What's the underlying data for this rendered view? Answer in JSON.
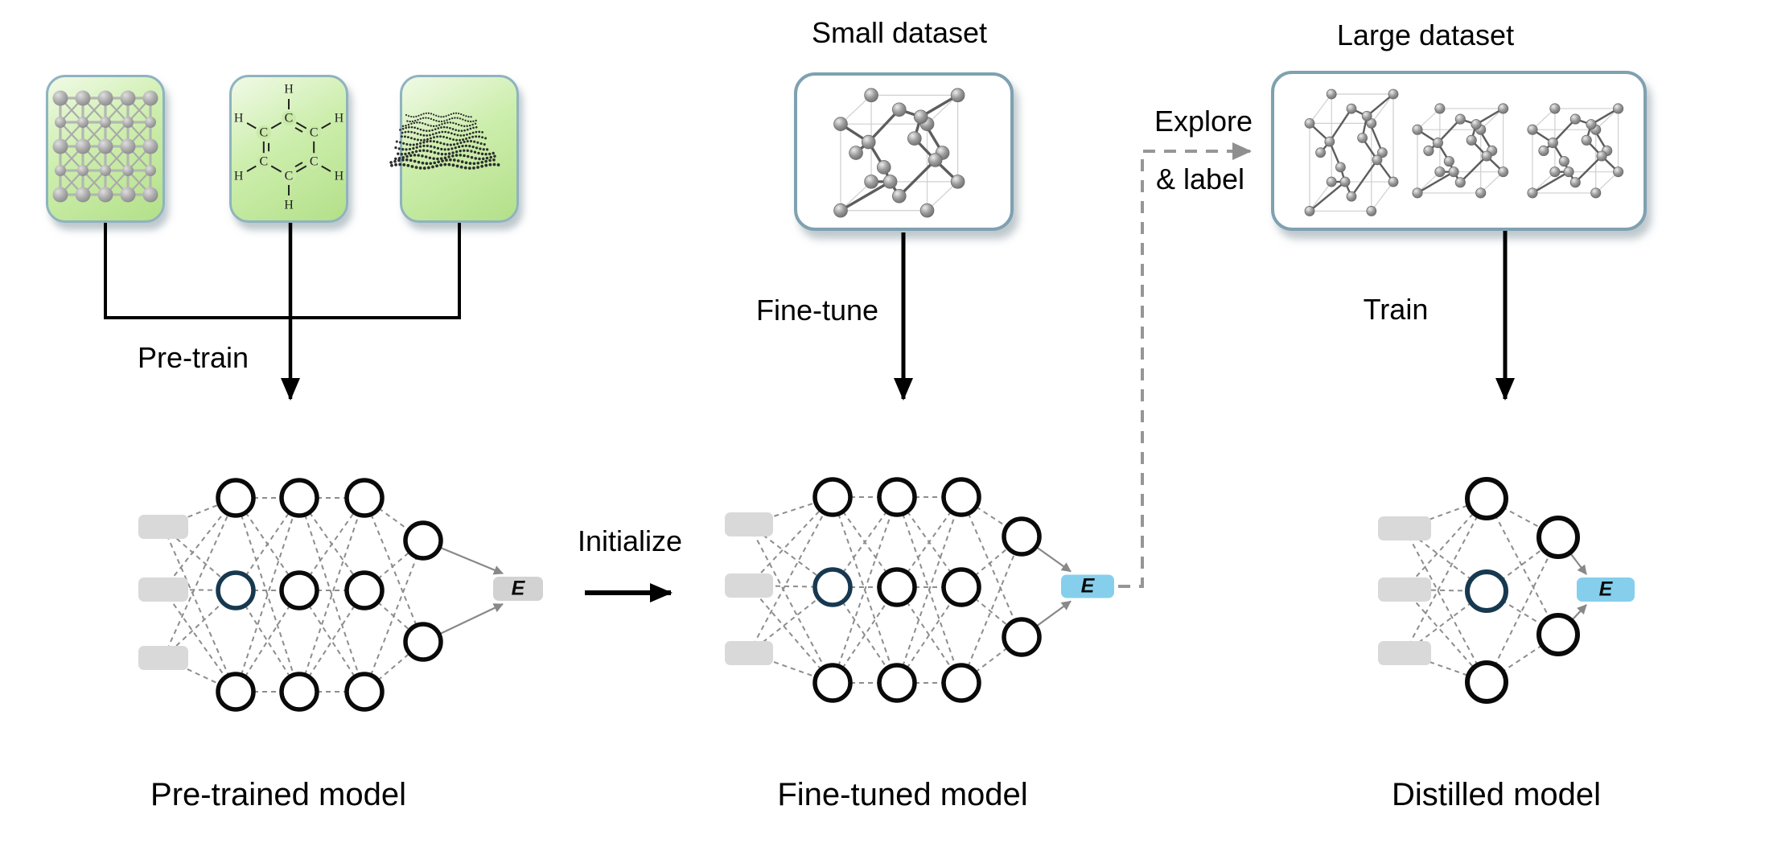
{
  "figure": {
    "labels": {
      "pretrain": "Pre-train",
      "initialize": "Initialize",
      "small_dataset": "Small dataset",
      "fine_tune": "Fine-tune",
      "explore": "Explore",
      "and_label": "& label",
      "large_dataset": "Large dataset",
      "train": "Train",
      "pretrained_model": "Pre-trained model",
      "finetuned_model": "Fine-tuned model",
      "distilled_model": "Distilled model"
    },
    "networks": [
      {
        "name": "pretrained-model-network",
        "input_nodes": 3,
        "layers": [
          3,
          3,
          3,
          2
        ],
        "output_label": "E",
        "output_box_color": "#d2d2d2",
        "highlight_node_color": "#173950"
      },
      {
        "name": "finetuned-model-network",
        "input_nodes": 3,
        "layers": [
          3,
          3,
          3,
          2
        ],
        "output_label": "E",
        "output_box_color": "#85cfec",
        "highlight_node_color": "#173950"
      },
      {
        "name": "distilled-model-network",
        "input_nodes": 3,
        "layers": [
          3,
          2
        ],
        "output_label": "E",
        "output_box_color": "#85cfec",
        "highlight_node_color": "#173950"
      }
    ],
    "icons": {
      "pretrain_samples": [
        "crystal-lattice",
        "benzene-molecule",
        "graphene-sheet"
      ],
      "small_dataset": "crystal-structure",
      "large_dataset": [
        "crystal-structure-tall",
        "crystal-structure",
        "crystal-structure"
      ]
    },
    "colors": {
      "green_box_fill_top": "#f0fae6",
      "green_box_fill_bottom": "#b3e089",
      "box_border_green": "#8fb3c0",
      "box_border_dataset": "#7fa1b0",
      "network_edge": "#8d8d8d",
      "node_stroke": "#0a0a0a",
      "input_box_fill": "#d9d9d9",
      "arrow_black": "#000000",
      "explore_dash": "#969696",
      "output_arrow": "#888888"
    }
  }
}
